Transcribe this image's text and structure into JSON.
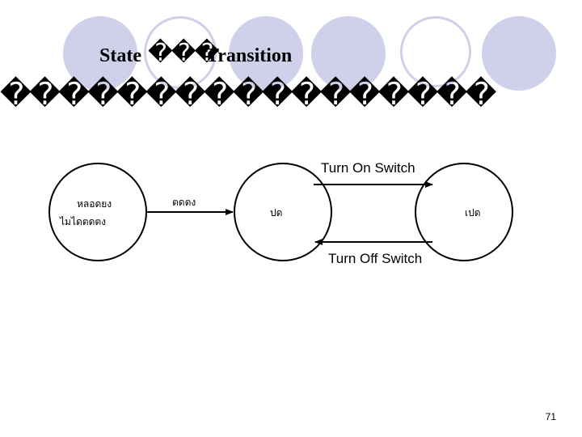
{
  "slide": {
    "title_part1": "State",
    "title_garbled": "���",
    "title_part2": "Transition",
    "subtitle_garbled": "�����������������",
    "page_number": "71"
  },
  "diagram": {
    "states": {
      "start_line1": "หลอดยง",
      "start_line2": "ไมไดตดตง",
      "off": "ปด",
      "on": "เปด"
    },
    "initial_transition_label": "ตดตง",
    "turn_on_label": "Turn On Switch",
    "turn_off_label": "Turn Off Switch"
  },
  "colors": {
    "decor_circle_fill": "#cfd0ea",
    "decor_circle_outline": "#cfd0ea",
    "stroke": "#000000"
  }
}
